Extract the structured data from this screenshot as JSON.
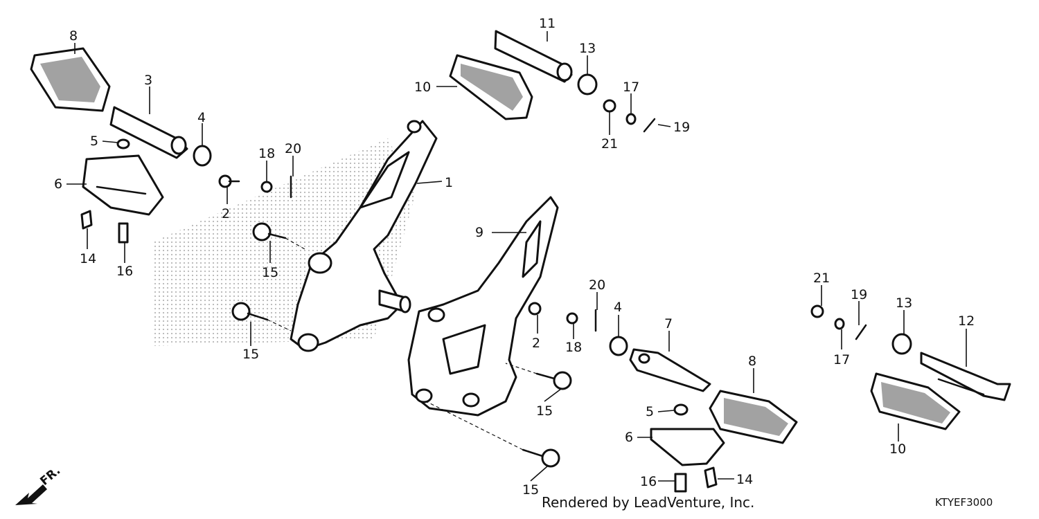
{
  "callouts": [
    "1",
    "2",
    "2",
    "3",
    "4",
    "4",
    "5",
    "5",
    "6",
    "6",
    "7",
    "8",
    "8",
    "9",
    "10",
    "10",
    "11",
    "12",
    "13",
    "13",
    "14",
    "14",
    "15",
    "15",
    "15",
    "15",
    "16",
    "16",
    "17",
    "17",
    "18",
    "18",
    "19",
    "19",
    "20",
    "20",
    "21",
    "21"
  ],
  "footer": {
    "credit": "Rendered by LeadVenture, Inc.",
    "diagram_code": "KTYEF3000",
    "direction_label": "FR."
  },
  "colors": {
    "line": "#111111",
    "background": "#ffffff",
    "tread": "#555555"
  }
}
